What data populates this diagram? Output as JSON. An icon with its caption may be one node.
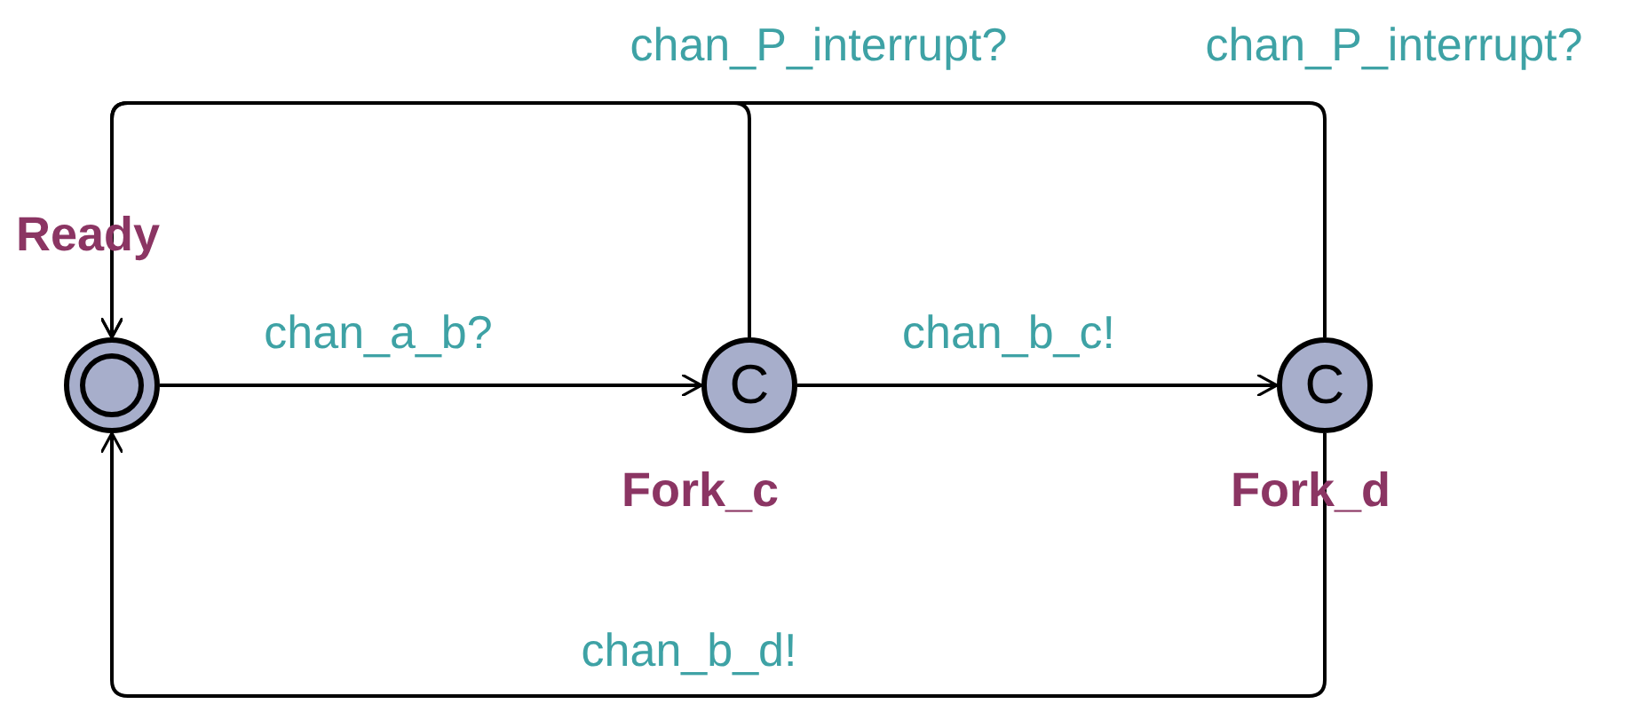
{
  "diagram": {
    "nodes": [
      {
        "text": [
          "Ready"
        ]
      },
      {
        "text": [
          "C",
          "Fork_c"
        ]
      },
      {
        "text": [
          "C",
          "Fork_d"
        ]
      }
    ],
    "edges": [
      {
        "from": 0,
        "to": 1,
        "arrow": "to",
        "label": "chan_a_b?"
      },
      {
        "from": 1,
        "to": 2,
        "arrow": "to",
        "label": "chan_b_c!"
      },
      {
        "from": 1,
        "to": 0,
        "arrow": "to",
        "label": "chan_P_interrupt?"
      },
      {
        "from": 2,
        "to": 0,
        "arrow": "to",
        "label": "chan_P_interrupt?"
      },
      {
        "from": 2,
        "to": 0,
        "arrow": "to",
        "label": "chan_b_d!"
      }
    ]
  }
}
